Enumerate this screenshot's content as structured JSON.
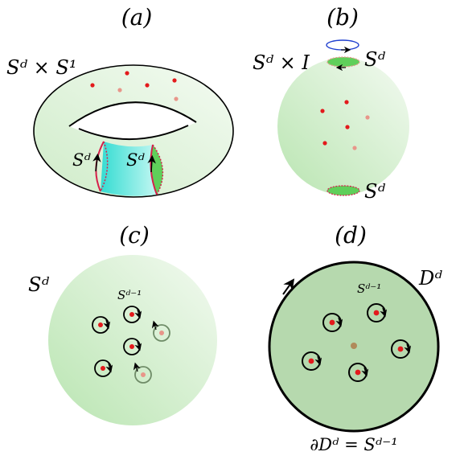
{
  "panels": {
    "a": {
      "label": "(a)",
      "space_label": "Sᵈ × S¹",
      "cut_label_left": "Sᵈ",
      "cut_label_right": "Sᵈ"
    },
    "b": {
      "label": "(b)",
      "space_label": "Sᵈ × I",
      "top_label": "Sᵈ",
      "bottom_label": "Sᵈ"
    },
    "c": {
      "label": "(c)",
      "space_label": "Sᵈ",
      "loop_label": "Sᵈ⁻¹"
    },
    "d": {
      "label": "(d)",
      "space_label": "Dᵈ",
      "loop_label": "Sᵈ⁻¹",
      "boundary_label": "∂Dᵈ = Sᵈ⁻¹"
    }
  },
  "colors": {
    "defect": "#e31a1c",
    "defect_faded": "#e8968a",
    "green_light": "#eaf6e6",
    "green": "#b8e4b0",
    "green_dark": "#b6d9ae",
    "cyan": "#3ee0d8",
    "crimson": "#d6204b",
    "blue_loop": "#1f3fcf",
    "brown_dot": "#b08a5a"
  }
}
